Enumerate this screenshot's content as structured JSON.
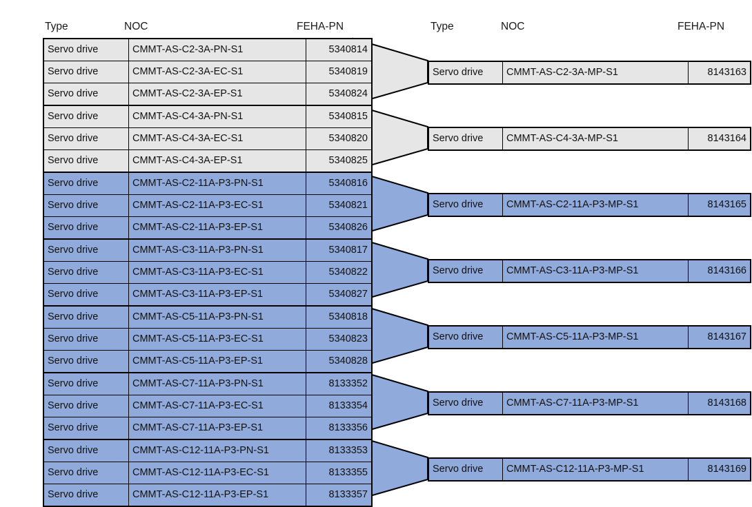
{
  "left_table": {
    "headers": {
      "type": "Type",
      "noc": "NOC",
      "pn": "FEHA-PN"
    },
    "rows": [
      {
        "type": "Servo drive",
        "noc": "CMMT-AS-C2-3A-PN-S1",
        "pn": "5340814",
        "fill": "grey"
      },
      {
        "type": "Servo drive",
        "noc": "CMMT-AS-C2-3A-EC-S1",
        "pn": "5340819",
        "fill": "grey"
      },
      {
        "type": "Servo drive",
        "noc": "CMMT-AS-C2-3A-EP-S1",
        "pn": "5340824",
        "fill": "grey"
      },
      {
        "type": "Servo drive",
        "noc": "CMMT-AS-C4-3A-PN-S1",
        "pn": "5340815",
        "fill": "grey"
      },
      {
        "type": "Servo drive",
        "noc": "CMMT-AS-C4-3A-EC-S1",
        "pn": "5340820",
        "fill": "grey"
      },
      {
        "type": "Servo drive",
        "noc": "CMMT-AS-C4-3A-EP-S1",
        "pn": "5340825",
        "fill": "grey"
      },
      {
        "type": "Servo drive",
        "noc": "CMMT-AS-C2-11A-P3-PN-S1",
        "pn": "5340816",
        "fill": "blue"
      },
      {
        "type": "Servo drive",
        "noc": "CMMT-AS-C2-11A-P3-EC-S1",
        "pn": "5340821",
        "fill": "blue"
      },
      {
        "type": "Servo drive",
        "noc": "CMMT-AS-C2-11A-P3-EP-S1",
        "pn": "5340826",
        "fill": "blue"
      },
      {
        "type": "Servo drive",
        "noc": "CMMT-AS-C3-11A-P3-PN-S1",
        "pn": "5340817",
        "fill": "blue"
      },
      {
        "type": "Servo drive",
        "noc": "CMMT-AS-C3-11A-P3-EC-S1",
        "pn": "5340822",
        "fill": "blue"
      },
      {
        "type": "Servo drive",
        "noc": "CMMT-AS-C3-11A-P3-EP-S1",
        "pn": "5340827",
        "fill": "blue"
      },
      {
        "type": "Servo drive",
        "noc": "CMMT-AS-C5-11A-P3-PN-S1",
        "pn": "5340818",
        "fill": "blue"
      },
      {
        "type": "Servo drive",
        "noc": "CMMT-AS-C5-11A-P3-EC-S1",
        "pn": "5340823",
        "fill": "blue"
      },
      {
        "type": "Servo drive",
        "noc": "CMMT-AS-C5-11A-P3-EP-S1",
        "pn": "5340828",
        "fill": "blue"
      },
      {
        "type": "Servo drive",
        "noc": "CMMT-AS-C7-11A-P3-PN-S1",
        "pn": "8133352",
        "fill": "blue"
      },
      {
        "type": "Servo drive",
        "noc": "CMMT-AS-C7-11A-P3-EC-S1",
        "pn": "8133354",
        "fill": "blue"
      },
      {
        "type": "Servo drive",
        "noc": "CMMT-AS-C7-11A-P3-EP-S1",
        "pn": "8133356",
        "fill": "blue"
      },
      {
        "type": "Servo drive",
        "noc": "CMMT-AS-C12-11A-P3-PN-S1",
        "pn": "8133353",
        "fill": "blue"
      },
      {
        "type": "Servo drive",
        "noc": "CMMT-AS-C12-11A-P3-EC-S1",
        "pn": "8133355",
        "fill": "blue"
      },
      {
        "type": "Servo drive",
        "noc": "CMMT-AS-C12-11A-P3-EP-S1",
        "pn": "8133357",
        "fill": "blue"
      }
    ]
  },
  "right_table": {
    "headers": {
      "type": "Type",
      "noc": "NOC",
      "pn": "FEHA-PN"
    },
    "rows": [
      {
        "type": "Servo drive",
        "noc": "CMMT-AS-C2-3A-MP-S1",
        "pn": "8143163",
        "fill": "grey"
      },
      {
        "type": "Servo drive",
        "noc": "CMMT-AS-C4-3A-MP-S1",
        "pn": "8143164",
        "fill": "grey"
      },
      {
        "type": "Servo drive",
        "noc": "CMMT-AS-C2-11A-P3-MP-S1",
        "pn": "8143165",
        "fill": "blue"
      },
      {
        "type": "Servo drive",
        "noc": "CMMT-AS-C3-11A-P3-MP-S1",
        "pn": "8143166",
        "fill": "blue"
      },
      {
        "type": "Servo drive",
        "noc": "CMMT-AS-C5-11A-P3-MP-S1",
        "pn": "8143167",
        "fill": "blue"
      },
      {
        "type": "Servo drive",
        "noc": "CMMT-AS-C7-11A-P3-MP-S1",
        "pn": "8143168",
        "fill": "blue"
      },
      {
        "type": "Servo drive",
        "noc": "CMMT-AS-C12-11A-P3-MP-S1",
        "pn": "8143169",
        "fill": "blue"
      }
    ]
  },
  "colors": {
    "grey_fill": "#e7e6e6",
    "blue_fill": "#8faadb",
    "border": "#000000",
    "background": "#ffffff"
  },
  "mapping": {
    "description": "Each group of three left rows (PN / EC / EP variants) funnels into one right-hand MP row.",
    "groups": [
      {
        "left_rows": [
          0,
          1,
          2
        ],
        "right_row": 0,
        "fill": "grey"
      },
      {
        "left_rows": [
          3,
          4,
          5
        ],
        "right_row": 1,
        "fill": "grey"
      },
      {
        "left_rows": [
          6,
          7,
          8
        ],
        "right_row": 2,
        "fill": "blue"
      },
      {
        "left_rows": [
          9,
          10,
          11
        ],
        "right_row": 3,
        "fill": "blue"
      },
      {
        "left_rows": [
          12,
          13,
          14
        ],
        "right_row": 4,
        "fill": "blue"
      },
      {
        "left_rows": [
          15,
          16,
          17
        ],
        "right_row": 5,
        "fill": "blue"
      },
      {
        "left_rows": [
          18,
          19,
          20
        ],
        "right_row": 6,
        "fill": "blue"
      }
    ]
  }
}
